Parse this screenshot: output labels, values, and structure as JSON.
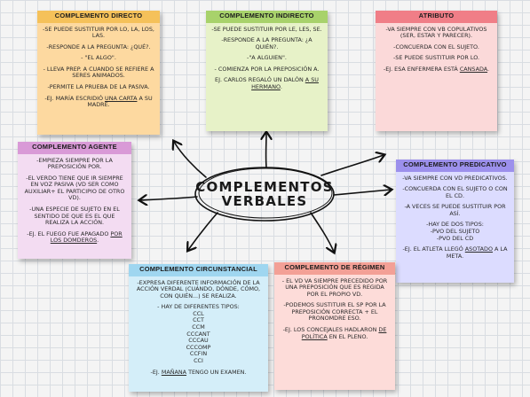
{
  "center": {
    "line1": "COMPLEMENTOS",
    "line2": "VERBALES"
  },
  "directo": {
    "title": "COMPLEMENTO DIRECTO",
    "p1": "-SE PUEDE SUSTITUIR POR LO, LA, LOS, LAS.",
    "p2": "-RESPONDE A LA PREGUNTA: ¿QUÉ?.",
    "p3": "- \"EL ALGO\".",
    "p4": "- LLEVA PREP. A CUANDO SE REFIERE A SERES ANIMADOS.",
    "p5": "-PERMITE LA PRUEBA DE LA PASIVA.",
    "p6a": "-EJ. MARÍA ESCRIDIÓ ",
    "p6b": "UNA CARTA",
    "p6c": " A SU MADRE."
  },
  "indirecto": {
    "title": "COMPLEMENTO INDIRECTO",
    "p1": "-SE PUEDE SUSTITUIR POR LE, LES, SE.",
    "p2": "-RESPONDE A LA PREGUNTA: ¿A QUIÉN?.",
    "p3": "-\"A ALGUIEN\".",
    "p4": "- COMIENZA POR LA PREPOSICIÓN A.",
    "p5a": "EJ. CARLOS REGALÓ UN DALÓN ",
    "p5b": "A SU HERMANO",
    "p5c": "."
  },
  "atributo": {
    "title": "ATRIBUTO",
    "p1": "-VA SIEMPRE CON VB COPULATIVOS (SER, ESTAR Y PARECER).",
    "p2": "-CONCUERDA CON EL SUJETO.",
    "p3": "-SE PUEDE SUSTITUIR POR LO.",
    "p4a": "-EJ. ESA ENFERMERA ESTÁ ",
    "p4b": "CANSADA",
    "p4c": "."
  },
  "agente": {
    "title": "COMPLEMENTO AGENTE",
    "p1": "-EMPIEZA SIEMPRE POR LA PREPOSICIÓN POR.",
    "p2": "-EL VERDO TIENE QUE IR SIEMPRE EN VOZ PASIVA (VD SER COMO AUXILIAR+ EL PARTICIPIO DE OTRO VD).",
    "p3": "-UNA ESPECIE DE SUJETO EN EL SENTIDO DE QUE ES EL QUE REALIZA LA ACCIÓN.",
    "p4a": "-EJ. EL FUEGO FUE APAGADO ",
    "p4b": "POR LOS DOMDEROS",
    "p4c": "."
  },
  "predicativo": {
    "title": "COMPLEMENTO PREDICATIVO",
    "p1": "-VA SIEMPRE CON VD PREDICATIVOS.",
    "p2": "-CONCUERDA CON EL SUJETO O CON EL CD.",
    "p3": "-A VECES SE PUEDE SUSTITUIR POR ASÍ.",
    "p4": "-HAY DE DOS TIPOS:",
    "p5": "-PVO DEL SUJETO",
    "p6": "-PVO DEL CD",
    "p7a": "-EJ. EL ATLETA LLEGÓ ",
    "p7b": "ASOTADO",
    "p7c": " A LA META."
  },
  "circunstancial": {
    "title": "COMPLEMENTO CIRCUNSTANCIAL",
    "p1": "-EXPRESA DIFERENTE INFORMACIÓN DE LA ACCIÓN VERDAL (CUÁNDO, DÓNDE, CÓMO, CON QUIÉN...) SE REALIZA.",
    "p2": "- HAY DE DIFERENTES TIPOS:",
    "types": [
      "CCL",
      "CCT",
      "CCM",
      "CCCANT",
      "CCCAU",
      "CCCOMP",
      "CCFIN",
      "CCI"
    ],
    "p3a": "-EJ. ",
    "p3b": "MAÑANA",
    "p3c": " TENGO UN EXAMEN."
  },
  "regimen": {
    "title": "COMPLEMENTO DE RÉGIMEN",
    "p1": "- EL VD VA SIEMPRE PRECEDIDO POR UNA PREPOSICIÓN QUE ES REGIDA POR EL PROPIO VD.",
    "p2": "-PODEMOS SUSTITUIR EL SP POR LA PREPOSICIÓN CORRECTA + EL PRONOMDRE ESO.",
    "p3a": "-EJ. LOS CONCEJALES HADLARON ",
    "p3b": "DE POLÍTICA",
    "p3c": " EN EL PLENO."
  },
  "colors": {
    "directo": "#fdd9a0",
    "indirecto": "#e7f2c8",
    "atributo": "#fbd9d9",
    "agente": "#f3dcf2",
    "predicativo": "#dcdcff",
    "circunstancial": "#d4eef9",
    "regimen": "#fddcd9"
  }
}
